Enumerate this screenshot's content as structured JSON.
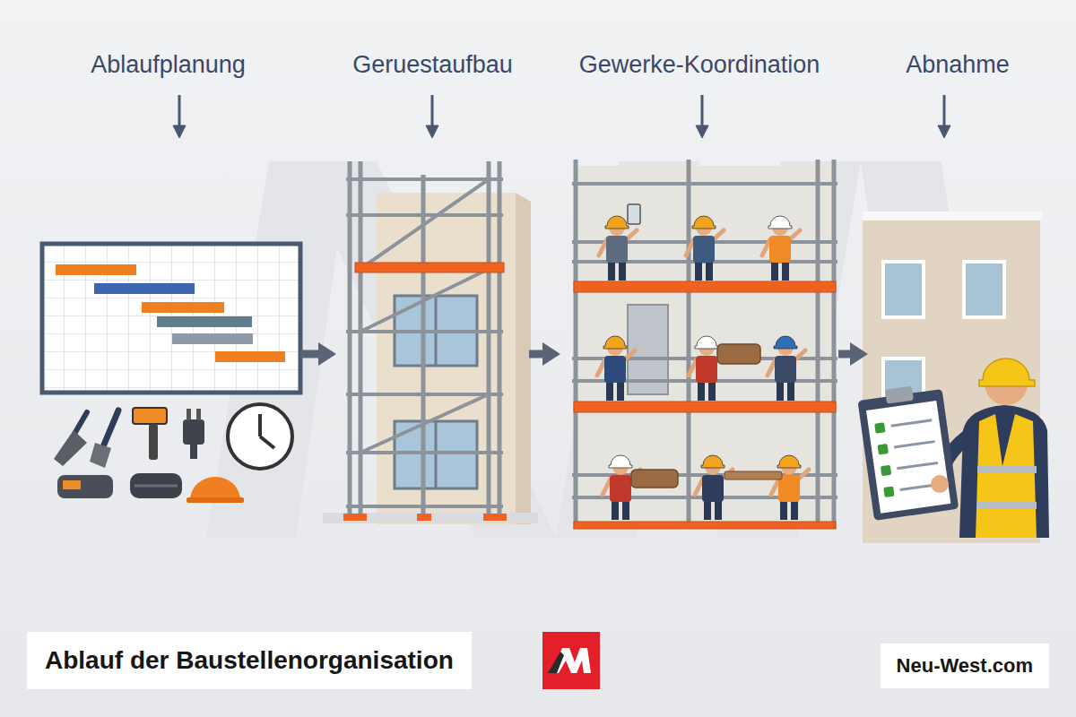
{
  "diagram": {
    "title": "Ablauf der Baustellenorganisation",
    "nodes": [
      {
        "text": [
          "Ablaufplanung"
        ]
      },
      {
        "text": [
          "Geruestaufbau"
        ]
      },
      {
        "text": [
          "Gewerke-Koordination"
        ]
      },
      {
        "text": [
          "Abnahme"
        ]
      }
    ],
    "edges": [
      {
        "from": 0,
        "to": 1,
        "arrow": "to"
      },
      {
        "from": 1,
        "to": 2,
        "arrow": "to"
      },
      {
        "from": 2,
        "to": 3,
        "arrow": "to"
      }
    ],
    "labels": [
      "Neu-West.com"
    ]
  }
}
